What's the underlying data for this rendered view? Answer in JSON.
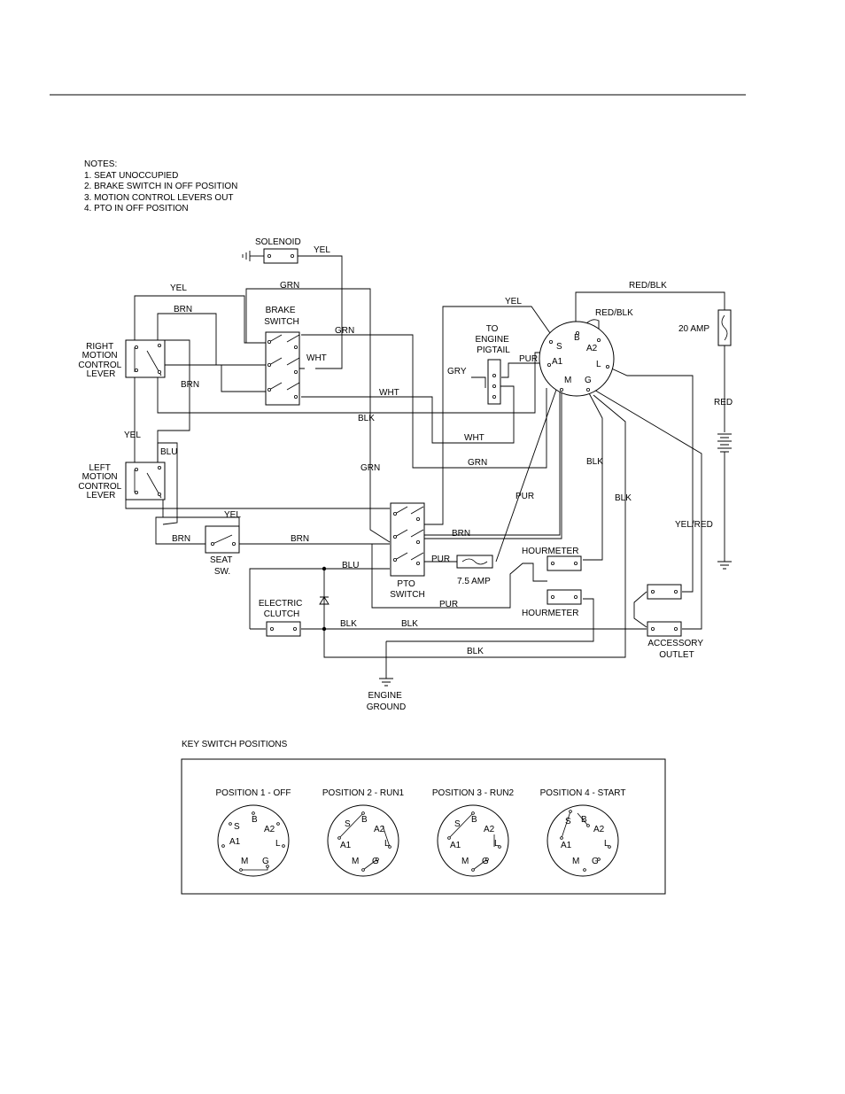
{
  "notes": {
    "heading": "NOTES:",
    "items": [
      "1.  SEAT UNOCCUPIED",
      "2.  BRAKE SWITCH IN OFF POSITION",
      "3.  MOTION CONTROL LEVERS OUT",
      "4.  PTO IN OFF POSITION"
    ]
  },
  "components": {
    "solenoid": "SOLENOID",
    "brake_switch": [
      "BRAKE",
      "SWITCH"
    ],
    "right_lever": [
      "RIGHT",
      "MOTION",
      "CONTROL",
      "LEVER"
    ],
    "left_lever": [
      "LEFT",
      "MOTION",
      "CONTROL",
      "LEVER"
    ],
    "pigtail": [
      "TO",
      "ENGINE",
      "PIGTAIL"
    ],
    "fuse_20": "20 AMP",
    "fuse_75": "7.5 AMP",
    "seat_switch": [
      "SEAT",
      "SW."
    ],
    "pto_switch": [
      "PTO",
      "SWITCH"
    ],
    "electric_clutch": [
      "ELECTRIC",
      "CLUTCH"
    ],
    "hourmeter_1": "HOURMETER",
    "hourmeter_2": "HOURMETER",
    "accessory_outlet": [
      "ACCESSORY",
      "OUTLET"
    ],
    "engine_ground": [
      "ENGINE",
      "GROUND"
    ]
  },
  "key_terminals": {
    "s": "S",
    "b": "B",
    "a2": "A2",
    "a1": "A1",
    "l": "L",
    "m": "M",
    "g": "G"
  },
  "wire_labels": {
    "yel_solenoid": "YEL",
    "grn_top": "GRN",
    "yel_top": "YEL",
    "brn_top": "BRN",
    "grn_brake": "GRN",
    "wht_brake": "WHT",
    "brn_right": "BRN",
    "wht_mid": "WHT",
    "blk_mid": "BLK",
    "wht_pigtail": "WHT",
    "yel_key": "YEL",
    "gry": "GRY",
    "pur_key": "PUR",
    "red_blk_top": "RED/BLK",
    "red_blk_key": "RED/BLK",
    "red": "RED",
    "yel_left": "YEL",
    "blu": "BLU",
    "grn_low": "GRN",
    "grn_vert": "GRN",
    "blk_key": "BLK",
    "pur_vert": "PUR",
    "blk_right": "BLK",
    "yel_red": "YEL/RED",
    "yel_seat": "YEL",
    "brn_seat_l": "BRN",
    "brn_seat_r": "BRN",
    "brn_pto": "BRN",
    "pur_pto": "PUR",
    "blu_low": "BLU",
    "pur_bottom": "PUR",
    "blk_clutch_1": "BLK",
    "blk_clutch_2": "BLK",
    "blk_bottom": "BLK"
  },
  "key_switch_positions": {
    "title": "KEY SWITCH POSITIONS",
    "positions": [
      "POSITION 1 - OFF",
      "POSITION 2 - RUN1",
      "POSITION 3 - RUN2",
      "POSITION 4 - START"
    ]
  }
}
